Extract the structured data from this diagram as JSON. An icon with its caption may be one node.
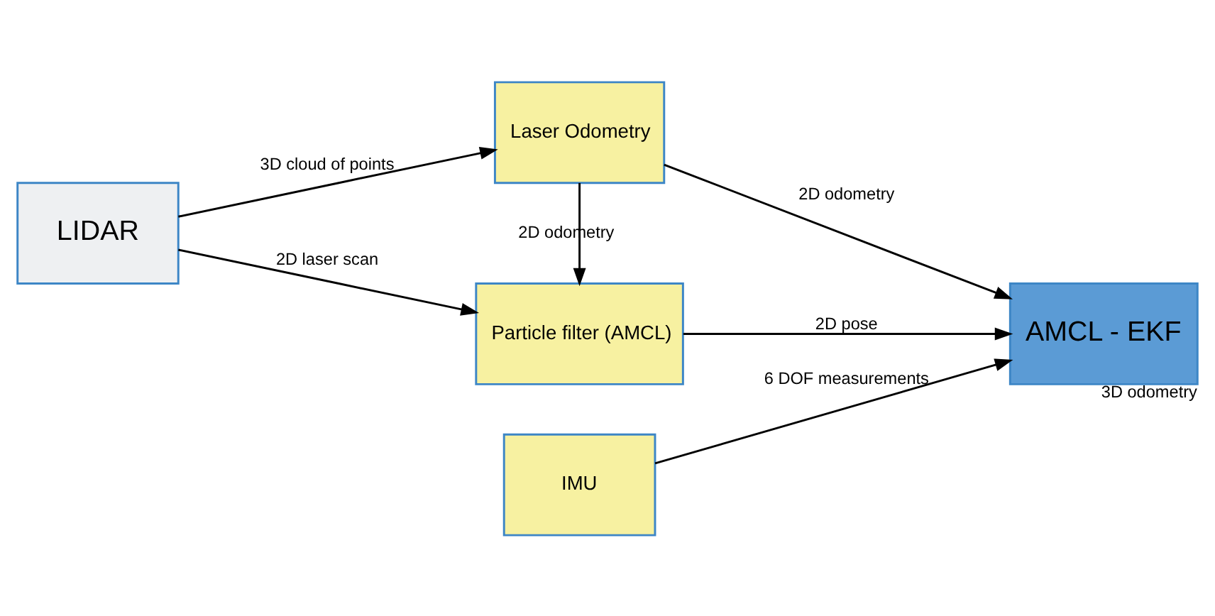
{
  "diagram": {
    "nodes": [
      {
        "text": [
          "LIDAR"
        ]
      },
      {
        "text": [
          "Laser Odometry"
        ]
      },
      {
        "text": [
          "IMU"
        ]
      },
      {
        "text": [
          "Particle filter (AMCL)"
        ]
      },
      {
        "text": [
          "AMCL - EKF"
        ],
        "beside": [
          "3D odometry"
        ]
      }
    ],
    "edges": [
      {
        "from": 0,
        "to": 1,
        "arrow": "to",
        "label": "3D cloud of points"
      },
      {
        "from": 1,
        "to": 4,
        "arrow": "to",
        "label": "2D odometry"
      },
      {
        "from": 1,
        "to": 3,
        "arrow": "to",
        "label": "2D odometry"
      },
      {
        "from": 2,
        "to": 4,
        "arrow": "to",
        "label": "6 DOF measurements"
      },
      {
        "from": 0,
        "to": 3,
        "arrow": "to",
        "label": "2D laser scan"
      },
      {
        "from": 3,
        "to": 4,
        "arrow": "to",
        "label": "2D pose"
      }
    ]
  }
}
